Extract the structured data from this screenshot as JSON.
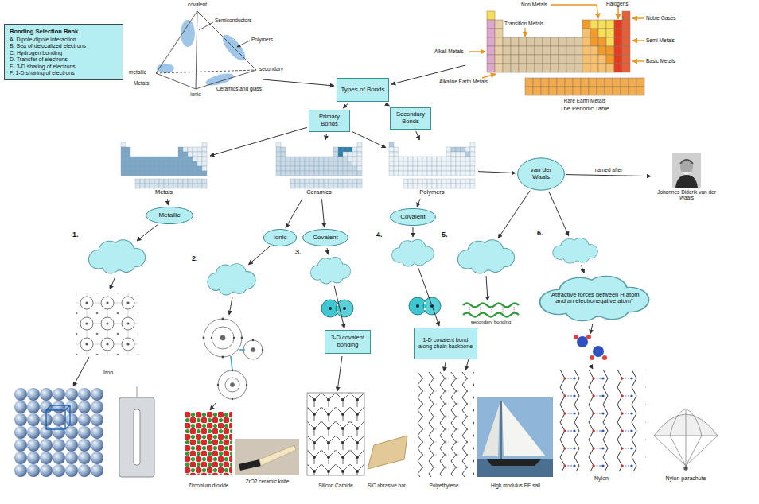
{
  "diagram": {
    "nodes": [
      {
        "text": [
          "Bonding Selection Bank",
          "A. Dipole-dipole interaction",
          "B. Sea of delocalized electrons",
          "C. Hydrogen bonding",
          "D. Transfer of electrons",
          "E. 3-D sharing of electrons",
          "F. 1-D sharing of electrons"
        ]
      },
      {
        "text": [
          "Types of Bonds"
        ]
      },
      {
        "text": [
          "Primary Bonds"
        ]
      },
      {
        "text": [
          "Secondary Bonds"
        ]
      },
      {
        "text": [
          "Metals"
        ]
      },
      {
        "text": [
          "Ceramics"
        ]
      },
      {
        "text": [
          "Polymers"
        ]
      },
      {
        "text": [
          "Metallic"
        ]
      },
      {
        "text": [
          "Ionic"
        ]
      },
      {
        "text": [
          "Covalent"
        ]
      },
      {
        "text": [
          "Covalent"
        ]
      },
      {
        "text": [
          "van der Waals"
        ]
      },
      {
        "text": [
          "1."
        ]
      },
      {
        "text": [
          "2."
        ]
      },
      {
        "text": [
          "3."
        ]
      },
      {
        "text": [
          "4."
        ]
      },
      {
        "text": [
          "5."
        ]
      },
      {
        "text": [
          "6."
        ]
      },
      {
        "text": [
          "3-D covalent bonding"
        ]
      },
      {
        "text": [
          "1-D covalent bond along chain backbone"
        ]
      },
      {
        "text": [
          "\"Attractive forces between H atom and an electronegative atom\""
        ]
      },
      {
        "text": [
          "Johannes Diderik van der Waals"
        ]
      }
    ],
    "edges": [
      {
        "from": 1,
        "to": 2,
        "arrow": "to"
      },
      {
        "from": 1,
        "to": 3,
        "arrow": "to"
      },
      {
        "from": 2,
        "to": 4,
        "arrow": "to"
      },
      {
        "from": 2,
        "to": 5,
        "arrow": "to"
      },
      {
        "from": 2,
        "to": 6,
        "arrow": "to"
      },
      {
        "from": 3,
        "to": 6,
        "arrow": "to"
      },
      {
        "from": 4,
        "to": 7,
        "arrow": "to"
      },
      {
        "from": 5,
        "to": 8,
        "arrow": "to"
      },
      {
        "from": 5,
        "to": 9,
        "arrow": "to"
      },
      {
        "from": 6,
        "to": 10,
        "arrow": "to"
      },
      {
        "from": 6,
        "to": 11,
        "arrow": "to"
      },
      {
        "from": 7,
        "to": 12,
        "arrow": "to"
      },
      {
        "from": 8,
        "to": 13,
        "arrow": "to"
      },
      {
        "from": 9,
        "to": 14,
        "arrow": "to"
      },
      {
        "from": 10,
        "to": 15,
        "arrow": "to"
      },
      {
        "from": 11,
        "to": 16,
        "arrow": "to"
      },
      {
        "from": 11,
        "to": 17,
        "arrow": "to"
      },
      {
        "from": 11,
        "to": 21,
        "label": "named after",
        "arrow": "to"
      },
      {
        "from": 14,
        "to": 18,
        "arrow": "to"
      },
      {
        "from": 15,
        "to": 19,
        "arrow": "to"
      },
      {
        "from": 17,
        "to": 20,
        "arrow": "to"
      }
    ],
    "labels": [
      "covalent",
      "Semiconductors",
      "Polymers",
      "metallic",
      "secondary",
      "Metals",
      "ionic",
      "Ceramics and glass",
      "Non Metals",
      "Halogens",
      "Noble Gases",
      "Transition Metals",
      "Semi Metals",
      "Alkali Metals",
      "Basic Metals",
      "Alkaline Earth Metals",
      "Rare Earth Metals",
      "The Periodic Table",
      "Iron",
      "Zirconium dioxide",
      "ZrO2 ceramic knife",
      "Silicon Carbide",
      "SiC abrasive bar",
      "secondary bonding",
      "Polyethylene",
      "High modulus PE sail",
      "Nylon",
      "Nylon parachute"
    ]
  }
}
